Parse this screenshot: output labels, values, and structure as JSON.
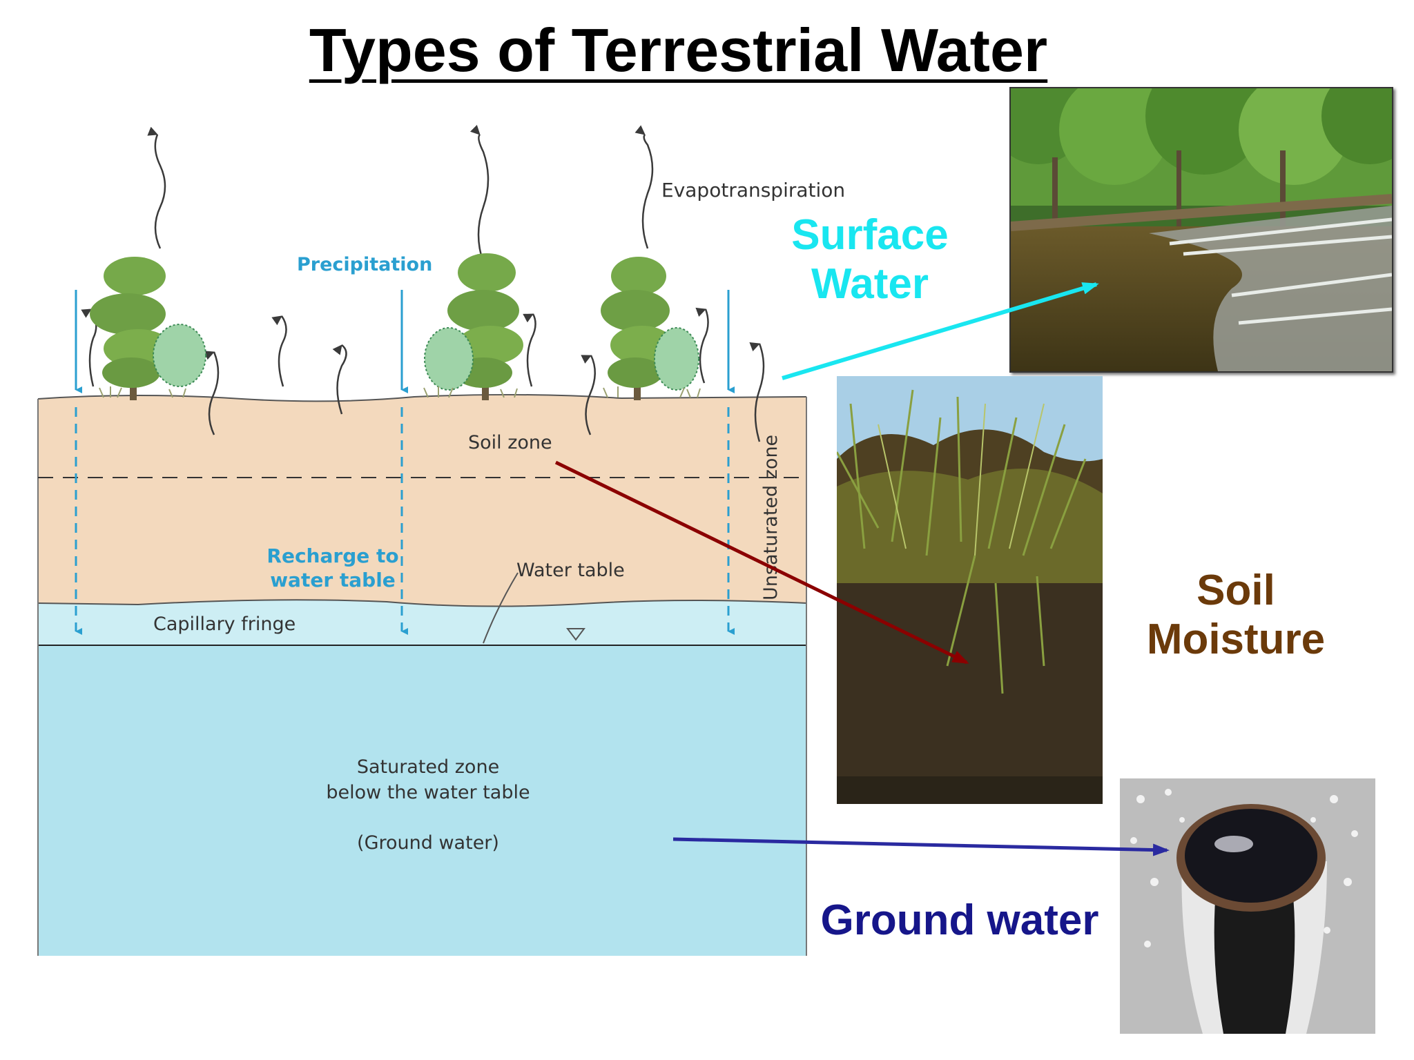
{
  "title": "Types of Terrestrial Water",
  "diagram": {
    "evapotranspiration": "Evapotranspiration",
    "precipitation": "Precipitation",
    "soil_zone": "Soil zone",
    "unsaturated_zone": "Unsaturated zone",
    "recharge_line1": "Recharge to",
    "recharge_line2": "water table",
    "water_table": "Water table",
    "capillary_fringe": "Capillary fringe",
    "saturated_line1": "Saturated zone",
    "saturated_line2": "below the water table",
    "ground_water_paren": "(Ground water)"
  },
  "labels": {
    "surface_line1": "Surface",
    "surface_line2": "Water",
    "soil_line1": "Soil",
    "soil_line2": "Moisture",
    "ground_water": "Ground water"
  },
  "colors": {
    "surface_label": "#19e6f0",
    "soil_label": "#6b3a0a",
    "ground_label": "#16168a",
    "soil_zone_fill": "#f3d9bd",
    "saturated_fill": "#b2e3ee",
    "capillary_fill": "#cdeef4",
    "precip_blue": "#2a9fd0",
    "arrow_surface": "#19e6f0",
    "arrow_soil": "#8b0000",
    "arrow_ground": "#2a2aa0"
  },
  "icons": [
    "tree-icon",
    "evapotranspiration-arrow-icon",
    "precipitation-arrow-icon",
    "water-table-triangle-icon"
  ]
}
